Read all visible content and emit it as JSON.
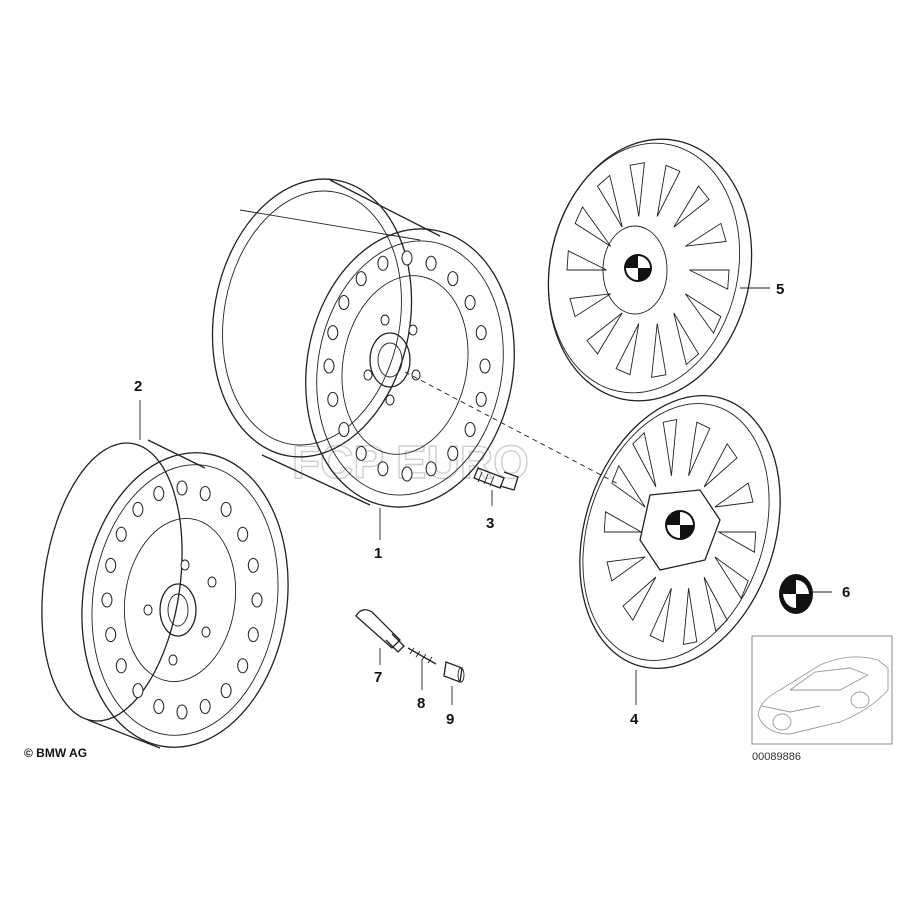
{
  "watermark": "FCP EURO",
  "copyright": "© BMW AG",
  "diagram_code": "00089886",
  "callouts": [
    {
      "id": "1",
      "text": "1"
    },
    {
      "id": "2",
      "text": "2"
    },
    {
      "id": "3",
      "text": "3"
    },
    {
      "id": "4",
      "text": "4"
    },
    {
      "id": "5",
      "text": "5"
    },
    {
      "id": "6",
      "text": "6"
    },
    {
      "id": "7",
      "text": "7"
    },
    {
      "id": "8",
      "text": "8"
    },
    {
      "id": "9",
      "text": "9"
    }
  ]
}
